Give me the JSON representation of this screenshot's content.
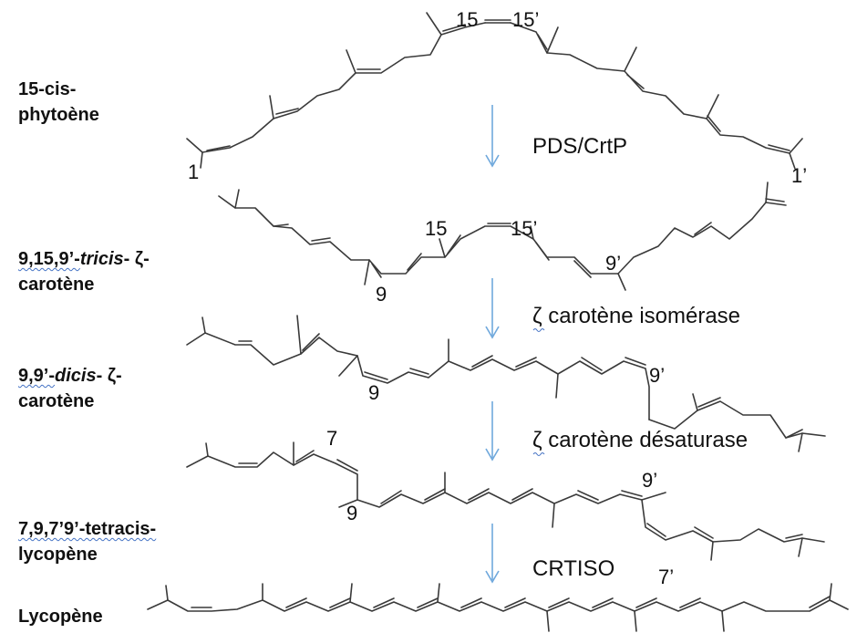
{
  "compounds": {
    "c1": {
      "line1": "15-cis-",
      "line2": "phytoène"
    },
    "c2": {
      "pre": "9,15,9’-",
      "mid": "tricis",
      "post": "- ζ-",
      "line2": "carotène"
    },
    "c3": {
      "pre": "9,9’-",
      "mid": "dicis",
      "post": "- ζ-",
      "line2": "carotène"
    },
    "c4": {
      "line1": "7,9,7’9’-tetracis-",
      "line2": "lycopène"
    },
    "c5": {
      "line1": "Lycopène"
    }
  },
  "enzymes": {
    "e1": "PDS/CrtP",
    "e2": "ζ carotène isomérase",
    "e3": "ζ carotène désaturase",
    "e4": "CRTISO"
  },
  "positions": {
    "m1_15": "15",
    "m1_15p": "15’",
    "m1_1": "1",
    "m1_1p": "1’",
    "m2_15": "15",
    "m2_15p": "15’",
    "m2_9": "9",
    "m2_9p": "9’",
    "m3_9": "9",
    "m3_9p": "9’",
    "m4_7": "7",
    "m4_9": "9",
    "m4_9p": "9’",
    "m4_7p": "7’"
  },
  "colors": {
    "arrow": "#6fa8dc",
    "bond": "#3a3a3a",
    "text": "#111111",
    "underline": "#4472c4"
  }
}
